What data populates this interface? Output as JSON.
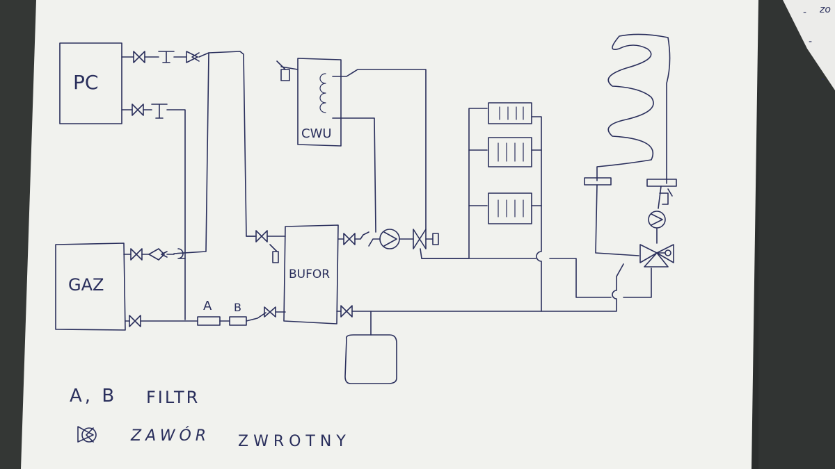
{
  "diagram": {
    "labels": {
      "heat_pump": "PC",
      "gas_boiler": "GAZ",
      "hot_water_tank": "CWU",
      "buffer_tank": "BUFOR",
      "filter_a": "A",
      "filter_b": "B"
    },
    "legend": {
      "filters_key": "A, B",
      "filters_value": "FILTR",
      "check_valve_word1": "ZAWÓR",
      "check_valve_word2": "ZWROTNY"
    },
    "notebook_marks": [
      "zo",
      "-",
      "-",
      "-"
    ],
    "colors": {
      "paper": "#f1f2ee",
      "ink": "#2a2f5c",
      "background": "#2c2f2e"
    }
  }
}
